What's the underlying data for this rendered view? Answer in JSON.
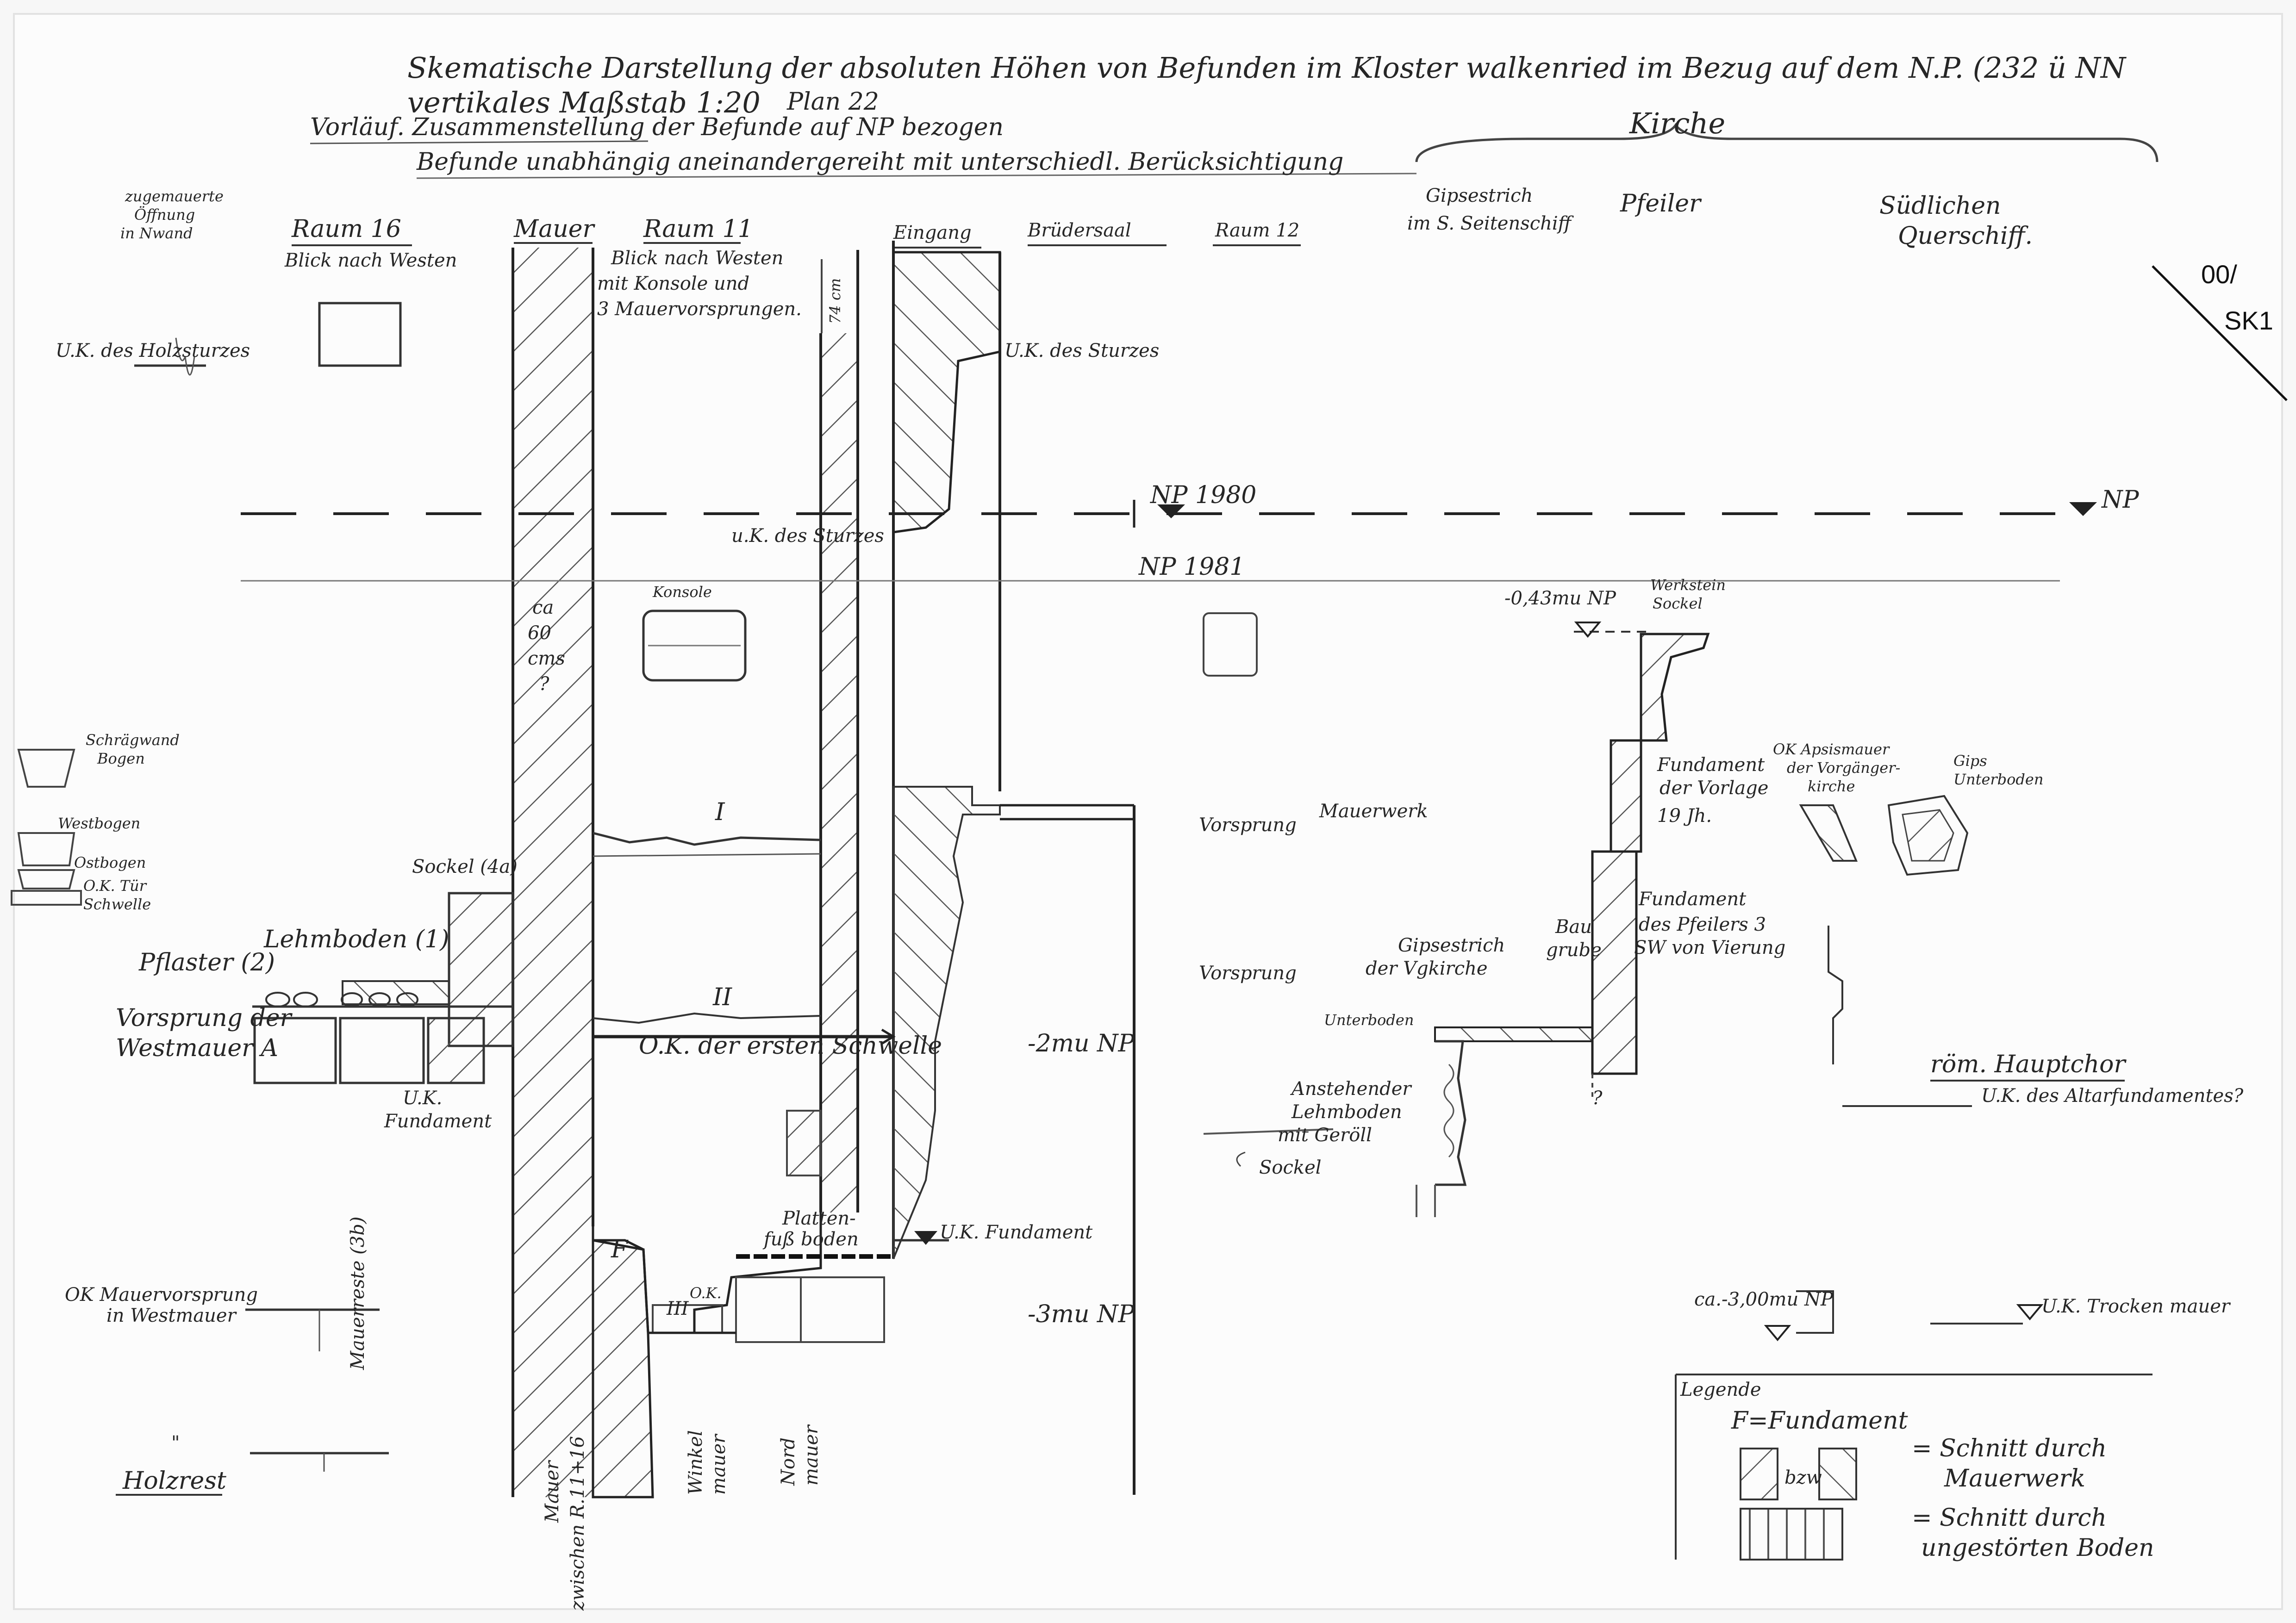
{
  "header": {
    "title_line1": "Skematische Darstellung der absoluten Höhen von Befunden im Kloster walkenried im Bezug auf dem N.P. (232 ü NN",
    "title_line2": "vertikales Maßstab 1:20",
    "plan_label": "Plan 22",
    "note_line1": "Vorläuf. Zusammenstellung der Befunde auf NP bezogen",
    "note_line2": "Befunde unabhängig aneinandergereiht mit unterschiedl. Berücksichtigung",
    "kirche_label": "Kirche"
  },
  "corner_stamp": {
    "line1": "00/",
    "line2": "SK1"
  },
  "columns": {
    "raum16": "Raum 16",
    "raum16_sub": "Blick nach Westen",
    "mauer": "Mauer",
    "raum11": "Raum 11",
    "raum11_sub1": "Blick nach Westen",
    "raum11_sub2": "mit Konsole und",
    "raum11_sub3": "3 Mauervorsprungen.",
    "eingang": "Eingang",
    "bruedersaal": "Brüdersaal",
    "raum12": "Raum 12",
    "gipsestrich": "Gipsestrich",
    "gipsestrich_sub": "im S. Seitenschiff",
    "pfeiler": "Pfeiler",
    "suedlichen": "Südlichen",
    "querschiff": "Querschiff."
  },
  "left_labels": {
    "zugemauerte1": "zugemauerte",
    "zugemauerte2": "Öffnung",
    "zugemauerte3": "in Nwand",
    "uk_holzsturzes": "U.K. des Holzsturzes",
    "schraegwand1": "Schrägwand",
    "schraegwand2": "Bogen",
    "westbogen": "Westbogen",
    "ostbogen": "Ostbogen",
    "ok_tuerschwelle1": "O.K. Tür",
    "ok_tuerschwelle2": "Schwelle",
    "sockel4a": "Sockel (4a)",
    "pflaster2": "Pflaster (2)",
    "lehmboden1": "Lehmboden (1)",
    "vorsprung1": "Vorsprung der",
    "vorsprung2": "Westmauer A",
    "uk_fundament1": "U.K.",
    "uk_fundament2": "Fundament",
    "ok_mauervorsprung1": "OK Mauervorsprung",
    "ok_mauervorsprung2": "in Westmauer",
    "mauerreste": "Mauerreste (3b)",
    "holzrest": "Holzrest",
    "quote_mark": "\""
  },
  "middle_labels": {
    "uk_sturzes_a": "U.K. des Sturzes",
    "uk_sturzes_b": "u.K. des Sturzes",
    "dim_74": "74 cm",
    "ca60_1": "ca",
    "ca60_2": "60",
    "ca60_3": "cms",
    "ca60_4": "?",
    "konsole": "Konsole",
    "roman_I": "I",
    "roman_II": "II",
    "roman_III": "III",
    "ok_schwelle": "O.K. der ersten Schwelle",
    "f_mark": "F",
    "plattenboden1": "Platten-",
    "plattenboden2": "fuß boden",
    "uk_fundament_mid": "U.K. Fundament",
    "ok_small": "O.K.",
    "mauer_zwischen1": "Mauer",
    "mauer_zwischen2": "zwischen R.11+16",
    "winkel1": "Winkel",
    "winkel2": "mauer",
    "nord1": "Nord",
    "nord2": "mauer"
  },
  "levels": {
    "np1980": "NP 1980",
    "np1981": "NP 1981",
    "np_right": "NP",
    "minus2": "-2mu NP",
    "minus3": "-3mu NP",
    "minus043": "-0,43mu NP",
    "ca300": "ca.-3,00mu NP"
  },
  "right_labels": {
    "werkstein1": "Werkstein",
    "werkstein2": "Sockel",
    "fund_vorlage1": "Fundament",
    "fund_vorlage2": "der Vorlage",
    "fund_vorlage3": "19 Jh.",
    "ok_apsis1": "OK Apsismauer",
    "ok_apsis2": "der Vorgänger-",
    "ok_apsis3": "kirche",
    "gips1": "Gips",
    "gips2": "Unterboden",
    "vorsprung_mauerwerk1": "Vorsprung",
    "vorsprung_mauerwerk2": "Mauerwerk",
    "vorsprung2": "Vorsprung",
    "fund_pfeiler1": "Fundament",
    "fund_pfeiler2": "des Pfeilers 3",
    "fund_pfeiler3": "SW von Vierung",
    "gipsestrich_vg1": "Gipsestrich",
    "gipsestrich_vg2": "der Vgkirche",
    "baugrube1": "Bau",
    "baugrube2": "grube",
    "unterboden": "Unterboden",
    "anstehender1": "Anstehender",
    "anstehender2": "Lehmboden",
    "anstehender3": "mit Geröll",
    "sockel": "Sockel",
    "roman_haupt": "röm. Hauptchor",
    "uk_altar": "U.K. des Altarfundamentes?",
    "uk_trocken": "U.K. Trocken mauer",
    "question": "?"
  },
  "legend": {
    "title": "Legende",
    "f_def": "F=Fundament",
    "bzw": "bzw",
    "mauer1": "= Schnitt durch",
    "mauer2": "Mauerwerk",
    "boden1": "= Schnitt durch",
    "boden2": "ungestörten Boden"
  }
}
